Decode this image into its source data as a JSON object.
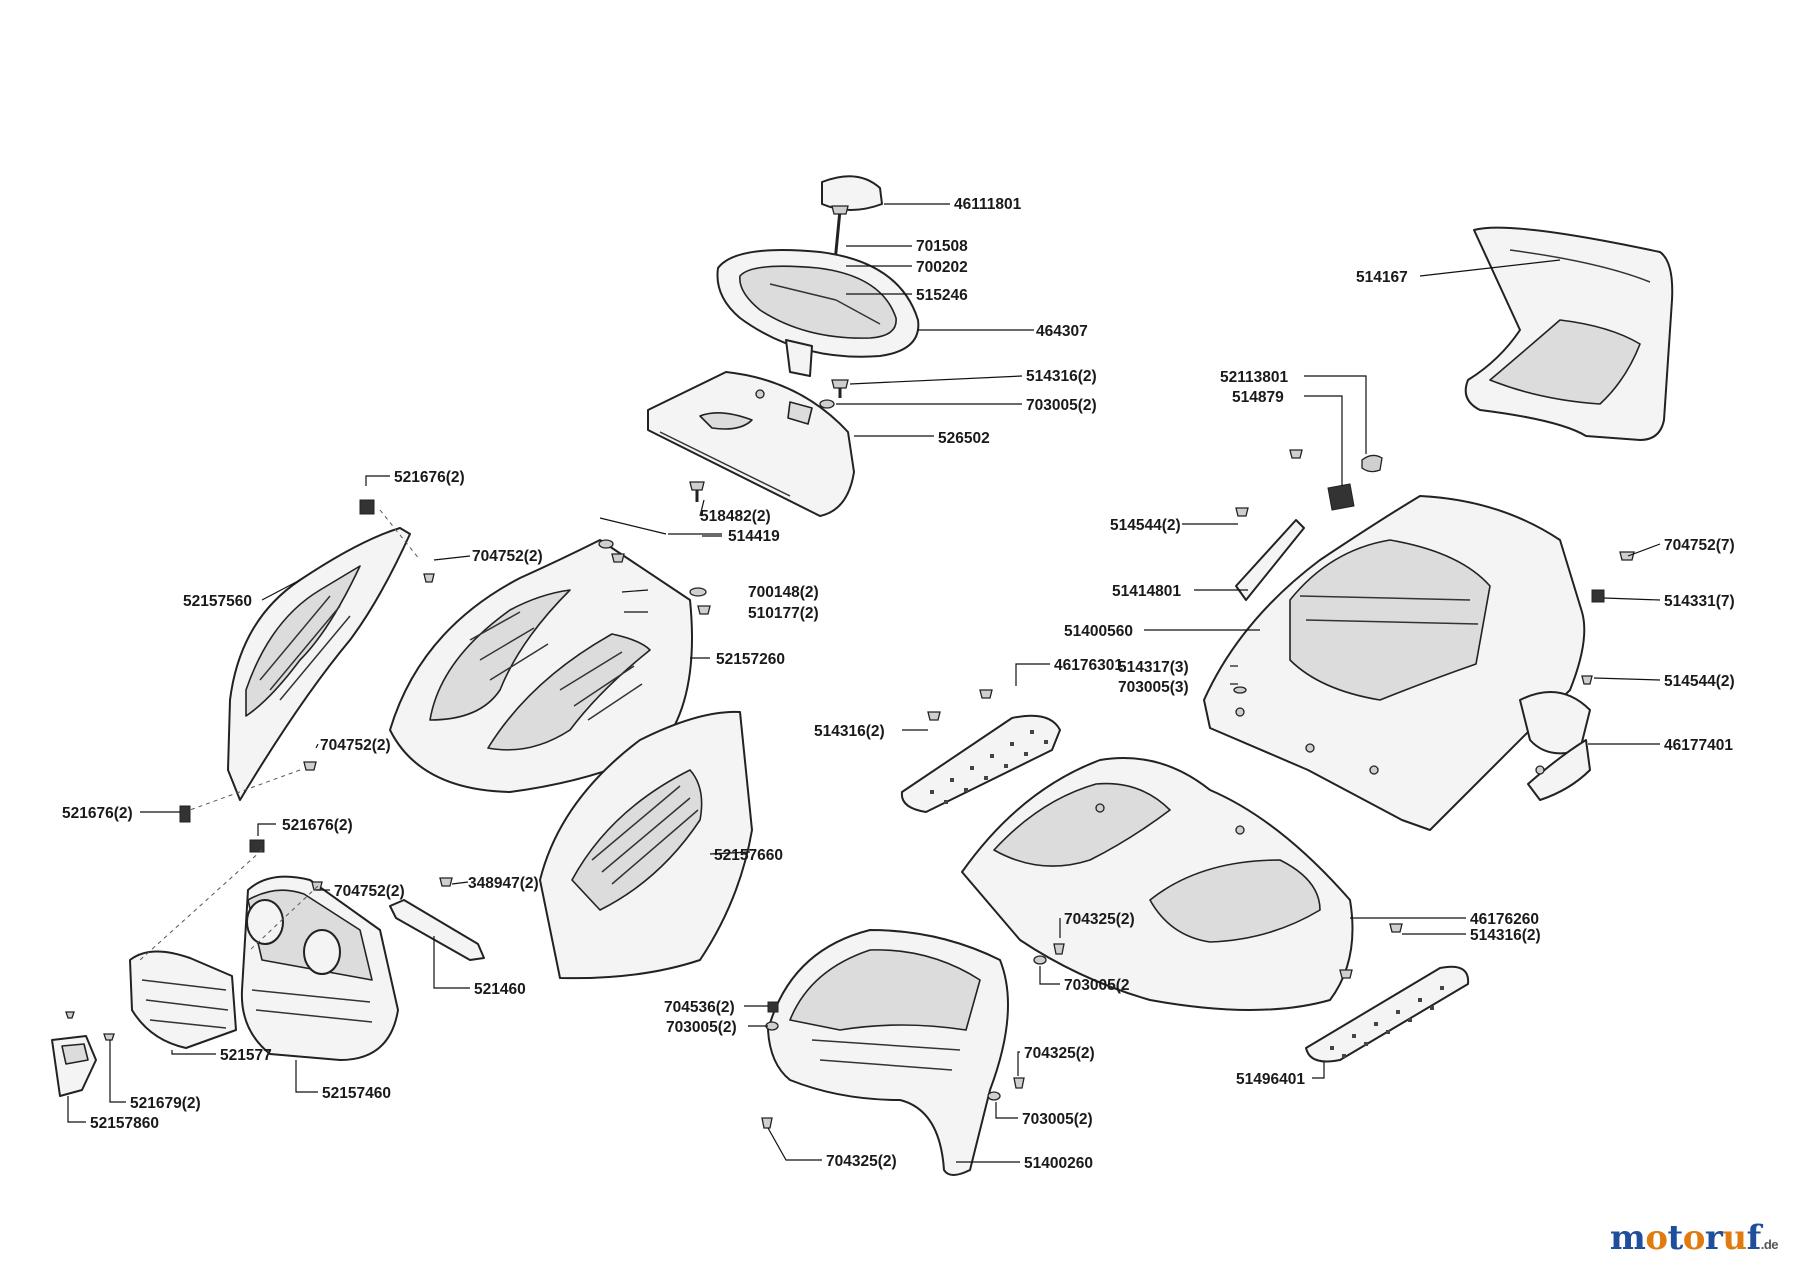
{
  "labels": {
    "l46111801": "46111801",
    "l701508": "701508",
    "l700202": "700202",
    "l515246": "515246",
    "l464307": "464307",
    "l514316a": "514316(2)",
    "l703005a": "703005(2)",
    "l526502": "526502",
    "l518482": "518482(2)",
    "l514419": "514419",
    "l521676a": "521676(2)",
    "l704752a": "704752(2)",
    "l700148": "700148(2)",
    "l510177": "510177(2)",
    "l52157560": "52157560",
    "l52157260": "52157260",
    "l704752b": "704752(2)",
    "l521676b": "521676(2)",
    "l521676c": "521676(2)",
    "l704752c": "704752(2)",
    "l348947": "348947(2)",
    "l521460": "521460",
    "l52157660": "52157660",
    "l521577": "521577",
    "l52157460": "52157460",
    "l521679": "521679(2)",
    "l52157860": "52157860",
    "l514167": "514167",
    "l52113801": "52113801",
    "l514879": "514879",
    "l514544a": "514544(2)",
    "l51414801": "51414801",
    "l51400560": "51400560",
    "l704752d": "704752(7)",
    "l514331": "514331(7)",
    "l46176301": "46176301",
    "l514317": "514317(3)",
    "l703005b": "703005(3)",
    "l514316b": "514316(2)",
    "l514544b": "514544(2)",
    "l46177401": "46177401",
    "l46176260": "46176260",
    "l514316c": "514316(2)",
    "l704325a": "704325(2)",
    "l703005c": "703005(2",
    "l704536": "704536(2)",
    "l703005d": "703005(2)",
    "l704325b": "704325(2)",
    "l703005e": "703005(2)",
    "l704325c": "704325(2)",
    "l51400260": "51400260",
    "l51496401": "51496401"
  },
  "brand": {
    "name": "motoruf",
    "suffix": ".de"
  },
  "colors": {
    "line": "#222222",
    "background": "#ffffff",
    "brand_m": "#1f4e9c",
    "brand_o": "#e07b10"
  }
}
